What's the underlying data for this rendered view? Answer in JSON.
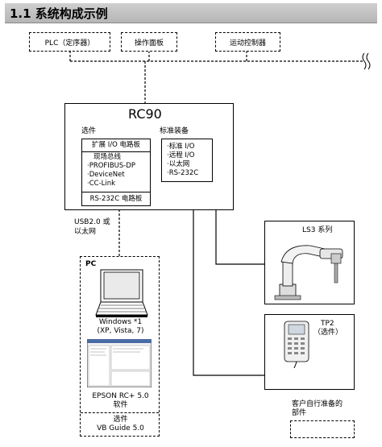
{
  "header": {
    "title": "1.1 系统构成示例"
  },
  "top_devices": [
    "PLC（定序器）",
    "操作面板",
    "运动控制器"
  ],
  "controller": {
    "title": "RC90",
    "options_label": "选件",
    "options_top": "扩展 I/O 电路板",
    "fieldbus": [
      "现场总线",
      "·PROFIBUS-DP",
      "·DeviceNet",
      "·CC-Link"
    ],
    "options_bottom": "RS-232C 电路板",
    "standard_label": "标准装备",
    "standard_items": [
      "·标准 I/O",
      "·远程 I/O",
      "·以太网",
      "·RS-232C"
    ]
  },
  "connection": [
    "USB2.0 或",
    "以太网"
  ],
  "pc": {
    "label": "PC",
    "os": [
      "Windows *1",
      "(XP, Vista, 7)"
    ],
    "software": [
      "EPSON RC+ 5.0",
      "软件"
    ],
    "option": [
      "选件",
      "VB Guide 5.0"
    ]
  },
  "robot": {
    "label": "LS3 系列"
  },
  "teach_pendant": {
    "label": [
      "TP2",
      "（选件）"
    ]
  },
  "legend": {
    "label": [
      "客户自行准备的",
      "部件"
    ]
  }
}
